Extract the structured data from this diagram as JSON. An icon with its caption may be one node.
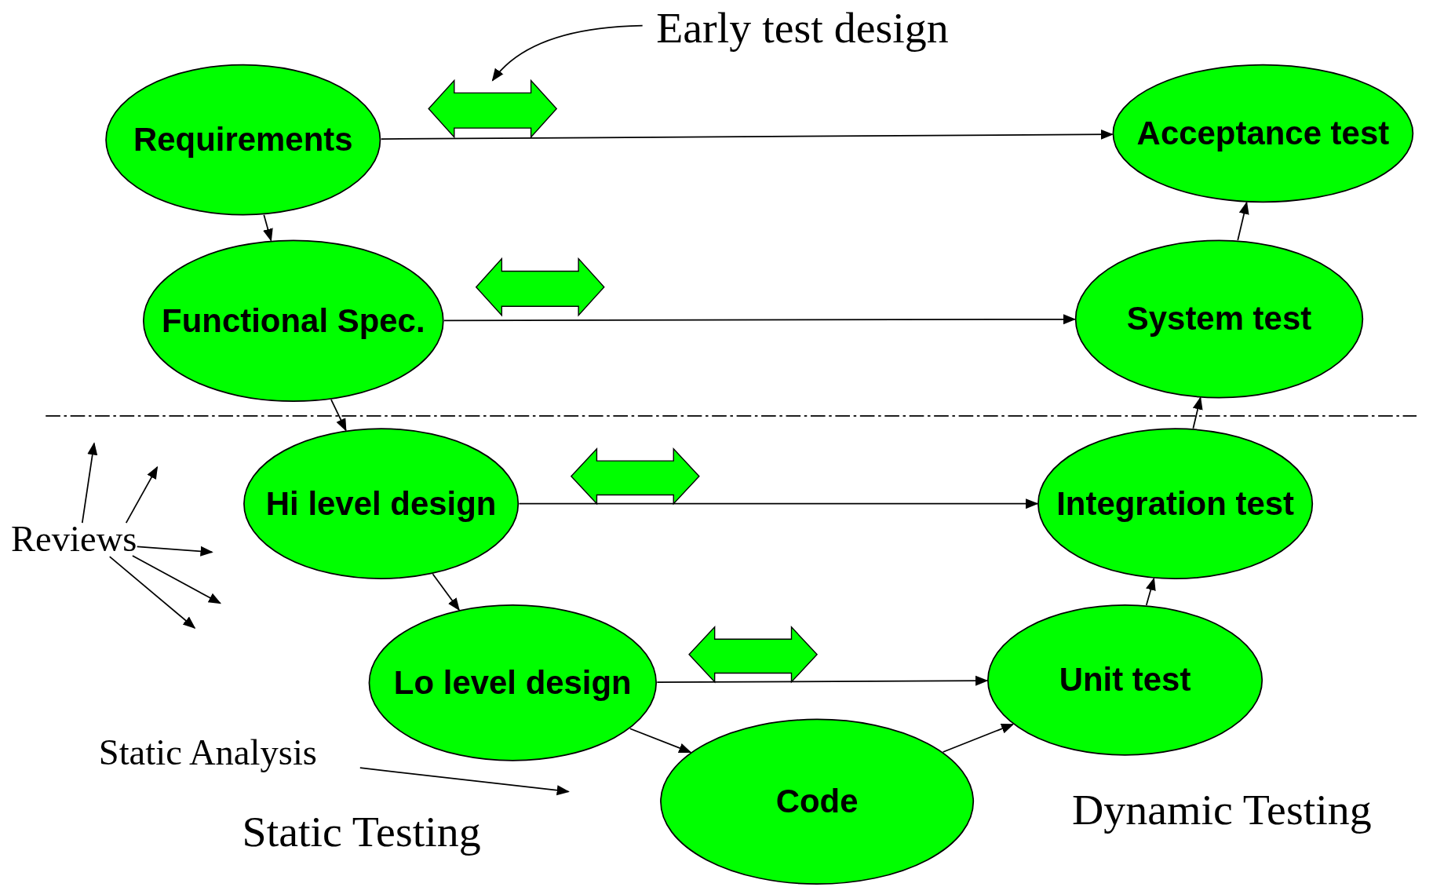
{
  "diagram": {
    "nodes": [
      {
        "text": [
          "Requirements"
        ]
      },
      {
        "text": [
          "Acceptance test"
        ]
      },
      {
        "text": [
          "Functional Spec."
        ]
      },
      {
        "text": [
          "System test"
        ]
      },
      {
        "text": [
          "Hi level design"
        ]
      },
      {
        "text": [
          "Integration test"
        ]
      },
      {
        "text": [
          "Lo level design"
        ]
      },
      {
        "text": [
          "Unit test"
        ]
      },
      {
        "text": [
          "Code"
        ]
      },
      {
        "text": [],
        "shape": "arrow"
      },
      {
        "text": [],
        "shape": "arrow"
      },
      {
        "text": [],
        "shape": "arrow"
      },
      {
        "text": [],
        "shape": "arrow"
      },
      {
        "text": [
          "Early test design"
        ]
      },
      {
        "text": [
          "Reviews"
        ]
      },
      {
        "text": [
          "Static Analysis"
        ]
      }
    ],
    "edges": [
      {
        "from": 0,
        "to": 2,
        "arrow": "to"
      },
      {
        "from": 2,
        "to": 4,
        "arrow": "to"
      },
      {
        "from": 4,
        "to": 6,
        "arrow": "to"
      },
      {
        "from": 6,
        "to": 8,
        "arrow": "to"
      },
      {
        "from": 8,
        "to": 7,
        "arrow": "to"
      },
      {
        "from": 7,
        "to": 5,
        "arrow": "to"
      },
      {
        "from": 5,
        "to": 3,
        "arrow": "to"
      },
      {
        "from": 3,
        "to": 1,
        "arrow": "to"
      },
      {
        "from": 0,
        "to": 1,
        "arrow": "to"
      },
      {
        "from": 2,
        "to": 3,
        "arrow": "to"
      },
      {
        "from": 4,
        "to": 5,
        "arrow": "to"
      },
      {
        "from": 6,
        "to": 7,
        "arrow": "to"
      },
      {
        "from": 13,
        "to": 9,
        "arrow": "to"
      },
      {
        "from": 14,
        "to": null,
        "arrow": "to"
      },
      {
        "from": 14,
        "to": null,
        "arrow": "to"
      },
      {
        "from": 14,
        "to": null,
        "arrow": "to"
      },
      {
        "from": 14,
        "to": null,
        "arrow": "to"
      },
      {
        "from": 14,
        "to": null,
        "arrow": "to"
      },
      {
        "from": 15,
        "to": null,
        "arrow": "to"
      }
    ],
    "labels": [
      "Static Testing",
      "Dynamic Testing"
    ]
  }
}
